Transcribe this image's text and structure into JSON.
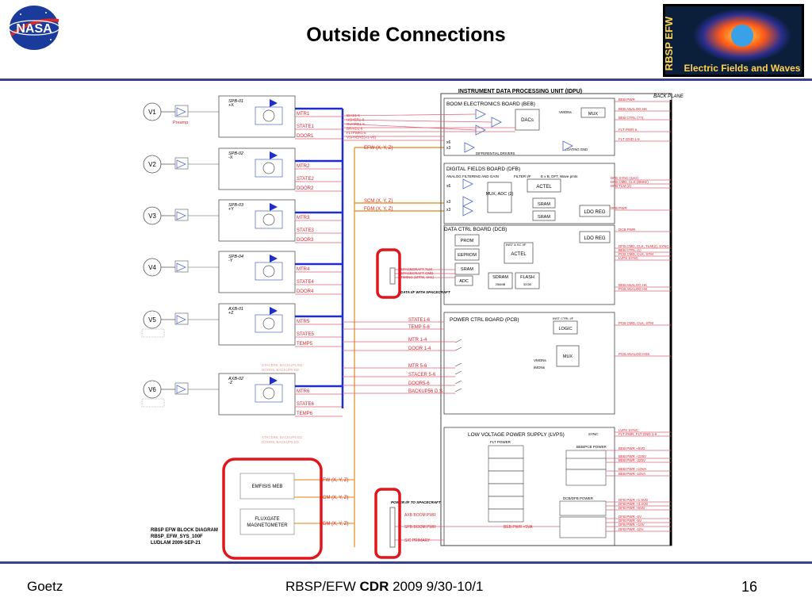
{
  "slide": {
    "title": "Outside Connections",
    "footer_author": "Goetz",
    "footer_event_prefix": "RBSP/EFW ",
    "footer_event_bold": "CDR",
    "footer_event_suffix": " 2009 9/30-10/1",
    "page_number": "16"
  },
  "logos": {
    "nasa": "NASA",
    "efw_side": "RBSP EFW",
    "efw_caption": "Electric Fields and Waves"
  },
  "colors": {
    "rule": "#3a3f8f",
    "signal_red": "#d9262e",
    "bus_blue": "#1f2ec8",
    "bus_orange": "#e89a3a",
    "highlight": "#e0161c",
    "label_pink": "#e0607a"
  },
  "diagram": {
    "idpu_title": "INSTRUMENT DATA PROCESSING UNIT (IDPU)",
    "back_plane": "BACK PLANE",
    "preamp": "Preamp",
    "probes": [
      {
        "label": "V1",
        "boom": "SPB-01",
        "axis": "+X",
        "mtr": "MTR1",
        "state": "STATE1",
        "door": "DOOR1"
      },
      {
        "label": "V2",
        "boom": "SPB-02",
        "axis": "-X",
        "mtr": "MTR2",
        "state": "STATE2",
        "door": "DOOR2"
      },
      {
        "label": "V3",
        "boom": "SPB-03",
        "axis": "+Y",
        "mtr": "MTR3",
        "state": "STATE3",
        "door": "DOOR3"
      },
      {
        "label": "V4",
        "boom": "SPB-04",
        "axis": "-Y",
        "mtr": "MTR4",
        "state": "STATE4",
        "door": "DOOR4"
      },
      {
        "label": "V5",
        "boom": "AXB-01",
        "axis": "+Z",
        "mtr": "MTR5",
        "state": "STATE5",
        "door": "TEMP5"
      },
      {
        "label": "V6",
        "boom": "AXB-02",
        "axis": "-Z",
        "mtr": "MTR6",
        "state": "STATE6",
        "door": "TEMP6"
      }
    ],
    "stacer_labels": [
      "STACER5, BACKUP5 ED",
      "DOOR5, BACKUP5 ED",
      "STACER6, BACKUP6 ED",
      "DOOR6, BACKUP6 ED"
    ],
    "bias_labels": [
      "BIAS1-6",
      "USHER1-6",
      "GUARD1-6",
      "BRAID1-6",
      "FLTPWR1-6",
      "VSPHERE(V1-V6)"
    ],
    "bus_labels": {
      "efw_top": "EFW (X, Y, Z)",
      "scm": "SCM (X, Y, Z)",
      "fgm": "FGM (X, Y, Z)",
      "efw_low": "EFW (X, Y, Z)",
      "scm_low": "SCM (X, Y, Z)",
      "fgm_low": "FGM (X, Y, Z)"
    },
    "pcb_inputs": [
      "STATE1-6",
      "TEMP 5-6",
      "MTR 1-4",
      "DOOR 1-4",
      "MTR 5-6",
      "STACER 5-6",
      "DOOR5-6",
      "BACKUP56 D.S."
    ],
    "beb": {
      "title": "BOOM ELECTRONICS BOARD (BEB)",
      "dacs": "DACs",
      "mux": "MUX",
      "vmon": "VMONs",
      "x6": "x6",
      "x3": "x3",
      "diff": "DIFFERENTIAL DRIVERS",
      "floating": "FLOATING GND",
      "outputs": [
        "BEB PWR",
        "BEB ANALOG HK",
        "BEB CTRL (??)",
        "FLT PWR 6",
        "FLT GND 1-6"
      ]
    },
    "dfb": {
      "title": "DIGITAL FIELDS BOARD (DFB)",
      "filter": "ANALOG FILTERING AND GAIN",
      "filter_if": "FILTER I/F",
      "dft": "E x B, DFT, Wave pmts",
      "actel": "ACTEL",
      "mux": "MUX, ADC (2)",
      "sram1": "SRAM",
      "sram2": "SRAM",
      "ldo": "LDO REG",
      "x6": "x6",
      "x3a": "x3",
      "x3b": "x3",
      "outputs": [
        "DFB SYNC (1Hz)",
        "DFB CMD, CLK (8MHz)",
        "DFB TLM (2)",
        "DFB PWR"
      ]
    },
    "dcb": {
      "title": "DATA CTRL BOARD (DCB)",
      "prom": "PROM",
      "eeprom": "EEPROM",
      "sram": "SRAM",
      "adc": "ADC",
      "actel": "ACTEL",
      "sdram": "SDRAM",
      "flash": "FLASH",
      "sdram_size": "256MB",
      "flash_size": "32GB",
      "inst_if": "INST & SC I/F",
      "ldo": "LDO REG",
      "outputs": [
        "DCB PWR",
        "DFB CMD, CLK, TLM(2), SYNC",
        "BEB CTRL (1)",
        "PCB CMD, CLK, STM",
        "LVPS SYNC",
        "BEB ANALOG HK",
        "PCB ANALOG HK"
      ]
    },
    "sc_interface_labels": [
      "SPACECRAFT TLM",
      "SPACECRAFT CMD",
      "TIMING (1PPS, 1Hz)"
    ],
    "sc_note": "DATA I/F WITH SPACECRAFT",
    "pcb": {
      "title": "POWER CTRL BOARD (PCB)",
      "inst_ctrl": "INST CTRL I/F",
      "logic": "LOGIC",
      "mux": "MUX",
      "vmon": "VMONs",
      "imon": "IMONs",
      "outputs": [
        "PCB CMD, CLK, STM",
        "PCB ANALOG HSK"
      ]
    },
    "lvps": {
      "title": "LOW VOLTAGE POWER SUPPLY (LVPS)",
      "sync": "SYNC",
      "flt": "FLT POWER",
      "beb_pcb": "BEB/PCB POWER",
      "dcb_dfb": "DCB/DFB POWER",
      "outputs": [
        "LVPS SYNC",
        "FLT PWR, FLT GND 1-6",
        "BEB PWR +5VD",
        "BEB PWR +225V",
        "BEB PWR -225V",
        "BEB PWR +10VA",
        "BEB PWR -10VA",
        "DFB PWR +1.8VD",
        "DFB PWR +3.3VD",
        "DFB PWR +5VD",
        "DFB PWR -5V",
        "DFB PWR -5V",
        "DFB PWR +10V",
        "DFB PWR -10V"
      ]
    },
    "emfisis_meb": "EMFISIS MEB",
    "fluxgate": "FLUXGATE MAGNETOMETER",
    "power_labels": [
      "POWER I/F TO SPACECRAFT",
      "AXB BOOM PWR",
      "SPB BOOM PWR",
      "S/C PRIMARY"
    ],
    "beb_pwr_label": "BEB PWR +5VA",
    "block_diagram_caption": [
      "RBSP EFW BLOCK DIAGRAM",
      "RBSP_EFW_SYS_100F",
      "LUDLAM 2009-SEP-21"
    ]
  }
}
